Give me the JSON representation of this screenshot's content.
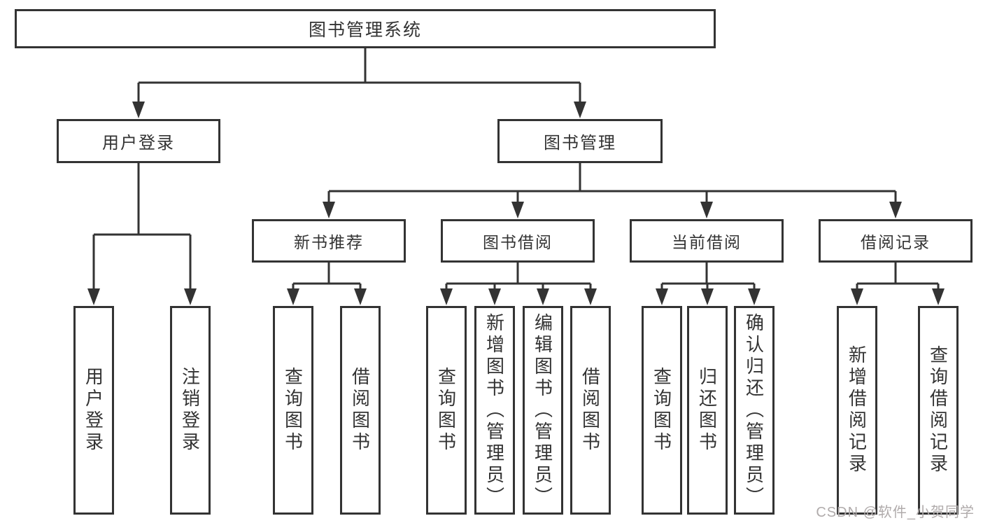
{
  "tree": {
    "label": "图书管理系统",
    "children": [
      {
        "label": "用户登录",
        "children": [
          {
            "label": "用户登录"
          },
          {
            "label": "注销登录"
          }
        ]
      },
      {
        "label": "图书管理",
        "children": [
          {
            "label": "新书推荐",
            "children": [
              {
                "label": "查询图书"
              },
              {
                "label": "借阅图书"
              }
            ]
          },
          {
            "label": "图书借阅",
            "children": [
              {
                "label": "查询图书"
              },
              {
                "label": "新增图书（管理员）"
              },
              {
                "label": "编辑图书（管理员）"
              },
              {
                "label": "借阅图书"
              }
            ]
          },
          {
            "label": "当前借阅",
            "children": [
              {
                "label": "查询图书"
              },
              {
                "label": "归还图书"
              },
              {
                "label": "确认归还（管理员）"
              }
            ]
          },
          {
            "label": "借阅记录",
            "children": [
              {
                "label": "新增借阅记录"
              },
              {
                "label": "查询借阅记录"
              }
            ]
          }
        ]
      }
    ]
  },
  "watermark": "CSDN @软件_小贺同学",
  "colors": {
    "line": "#333333",
    "text": "#333333",
    "watermark": "#b0abab",
    "background": "#ffffff"
  }
}
